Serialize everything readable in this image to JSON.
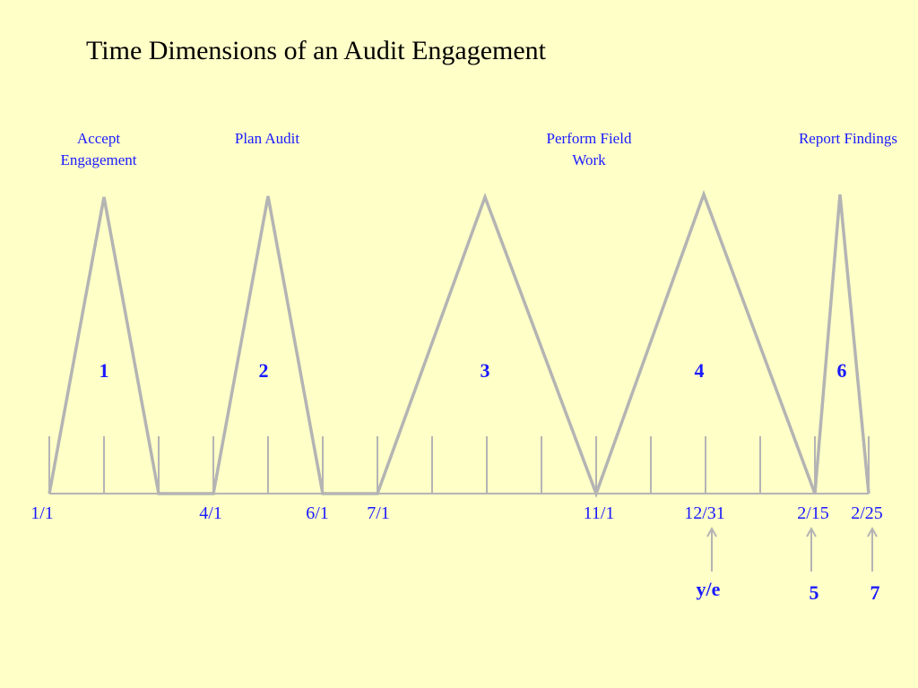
{
  "title": "Time Dimensions of an Audit Engagement",
  "phases": [
    {
      "lines": [
        "Accept",
        "Engagement"
      ]
    },
    {
      "lines": [
        "Plan Audit"
      ]
    },
    {
      "lines": [
        "Perform Field",
        "Work"
      ]
    },
    {
      "lines": [
        "Report Findings"
      ]
    }
  ],
  "triangle_numbers": [
    "1",
    "2",
    "3",
    "4",
    "6"
  ],
  "dates": [
    "1/1",
    "4/1",
    "6/1",
    "7/1",
    "11/1",
    "12/31",
    "2/15",
    "2/25"
  ],
  "markers": [
    "y/e",
    "5",
    "7"
  ],
  "colors": {
    "background": "#ffffc8",
    "text": "#1a1aff",
    "lines": "#b4b4b4"
  }
}
